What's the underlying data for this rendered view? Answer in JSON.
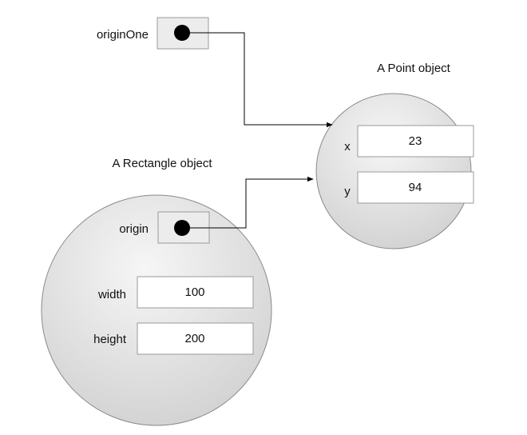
{
  "variable": {
    "name": "originOne"
  },
  "point_object": {
    "title": "A Point object",
    "fields": [
      {
        "label": "x",
        "value": "23"
      },
      {
        "label": "y",
        "value": "94"
      }
    ]
  },
  "rectangle_object": {
    "title": "A Rectangle object",
    "reference_field": {
      "label": "origin"
    },
    "fields": [
      {
        "label": "width",
        "value": "100"
      },
      {
        "label": "height",
        "value": "200"
      }
    ]
  },
  "colors": {
    "circle_fill_light": "#f4f4f4",
    "circle_fill_dark": "#d2d2d2",
    "box_border": "#9a9a9a",
    "ref_box_fill": "#ececec",
    "dot": "#000000"
  }
}
